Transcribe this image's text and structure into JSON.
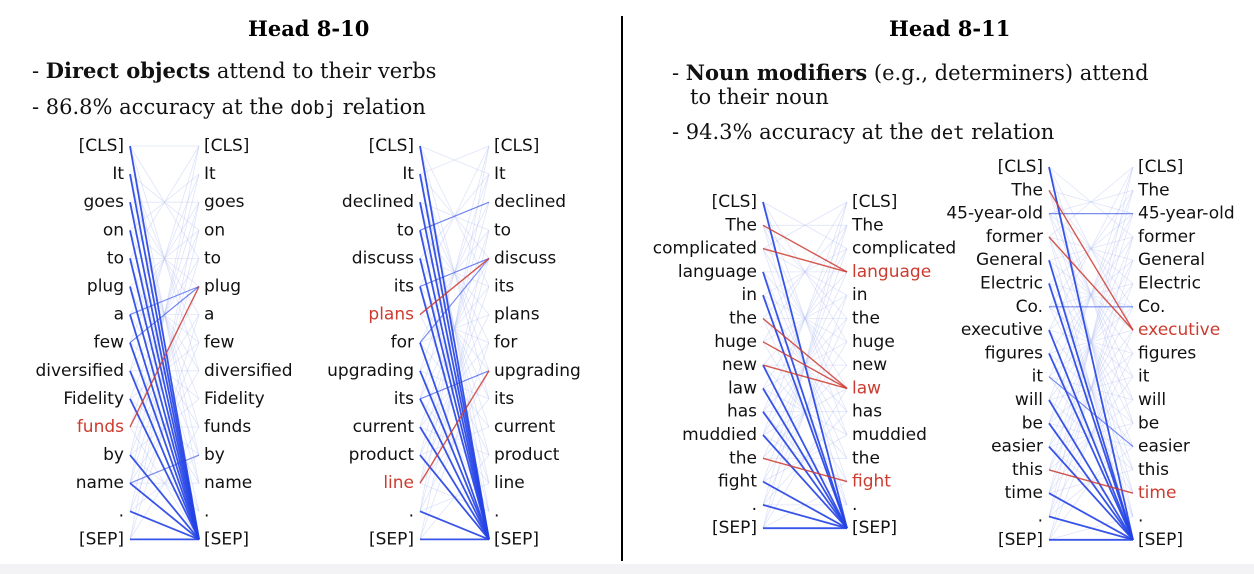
{
  "left_panel": {
    "title": "Head 8-10",
    "bullet1": {
      "dash": "- ",
      "bold": "Direct objects",
      "rest": " attend to their verbs"
    },
    "bullet2": {
      "pre": "- 86.8% accuracy at the ",
      "code": "dobj",
      "post": " relation"
    }
  },
  "right_panel": {
    "title": "Head 8-11",
    "bullet1": {
      "dash": "- ",
      "bold": "Noun modifiers",
      "rest": " (e.g., determiners) attend"
    },
    "bullet1_cont": "to their noun",
    "bullet2": {
      "pre": "- 94.3% accuracy at the ",
      "code": "det",
      "post": " relation"
    }
  },
  "colors": {
    "strong": "#2343e6",
    "weak": "#b9c3f2",
    "highlight": "#cc3b2f"
  },
  "diagrams": [
    {
      "tokens": [
        "[CLS]",
        "It",
        "goes",
        "on",
        "to",
        "plug",
        "a",
        "few",
        "diversified",
        "Fidelity",
        "funds",
        "by",
        "name",
        ".",
        "[SEP]"
      ],
      "highlight_left": [
        10
      ],
      "highlight_right": [],
      "strong_edges": [
        [
          0,
          14
        ],
        [
          1,
          14
        ],
        [
          2,
          14
        ],
        [
          3,
          14
        ],
        [
          4,
          14
        ],
        [
          5,
          14
        ],
        [
          6,
          14
        ],
        [
          7,
          14
        ],
        [
          8,
          14
        ],
        [
          9,
          14
        ],
        [
          11,
          14
        ],
        [
          12,
          14
        ],
        [
          13,
          14
        ],
        [
          14,
          14
        ],
        [
          6,
          5
        ],
        [
          12,
          11
        ],
        [
          7,
          5
        ]
      ],
      "red_edges": [
        [
          10,
          5
        ]
      ]
    },
    {
      "tokens": [
        "[CLS]",
        "It",
        "declined",
        "to",
        "discuss",
        "its",
        "plans",
        "for",
        "upgrading",
        "its",
        "current",
        "product",
        "line",
        ".",
        "[SEP]"
      ],
      "highlight_left": [
        6,
        12
      ],
      "highlight_right": [],
      "strong_edges": [
        [
          0,
          14
        ],
        [
          1,
          14
        ],
        [
          2,
          14
        ],
        [
          3,
          14
        ],
        [
          4,
          14
        ],
        [
          5,
          14
        ],
        [
          7,
          14
        ],
        [
          8,
          14
        ],
        [
          9,
          14
        ],
        [
          10,
          14
        ],
        [
          11,
          14
        ],
        [
          13,
          14
        ],
        [
          14,
          14
        ],
        [
          3,
          2
        ],
        [
          5,
          4
        ],
        [
          7,
          4
        ],
        [
          9,
          8
        ]
      ],
      "red_edges": [
        [
          6,
          4
        ],
        [
          12,
          8
        ]
      ]
    },
    {
      "tokens": [
        "[CLS]",
        "The",
        "complicated",
        "language",
        "in",
        "the",
        "huge",
        "new",
        "law",
        "has",
        "muddied",
        "the",
        "fight",
        ".",
        "[SEP]"
      ],
      "highlight_left": [],
      "highlight_right": [
        3,
        8,
        12
      ],
      "strong_edges": [
        [
          0,
          14
        ],
        [
          7,
          14
        ],
        [
          8,
          14
        ],
        [
          9,
          14
        ],
        [
          10,
          14
        ],
        [
          12,
          14
        ],
        [
          13,
          14
        ],
        [
          14,
          14
        ],
        [
          3,
          14
        ],
        [
          4,
          14
        ]
      ],
      "red_edges": [
        [
          1,
          3
        ],
        [
          2,
          3
        ],
        [
          5,
          8
        ],
        [
          6,
          8
        ],
        [
          7,
          8
        ],
        [
          11,
          12
        ]
      ]
    },
    {
      "tokens": [
        "[CLS]",
        "The",
        "45-year-old",
        "former",
        "General",
        "Electric",
        "Co.",
        "executive",
        "figures",
        "it",
        "will",
        "be",
        "easier",
        "this",
        "time",
        ".",
        "[SEP]"
      ],
      "highlight_left": [],
      "highlight_right": [
        7,
        14
      ],
      "strong_edges": [
        [
          0,
          16
        ],
        [
          2,
          2
        ],
        [
          4,
          16
        ],
        [
          5,
          16
        ],
        [
          6,
          6
        ],
        [
          8,
          16
        ],
        [
          9,
          12
        ],
        [
          10,
          16
        ],
        [
          11,
          16
        ],
        [
          12,
          16
        ],
        [
          14,
          16
        ],
        [
          15,
          16
        ],
        [
          16,
          16
        ],
        [
          7,
          16
        ]
      ],
      "red_edges": [
        [
          1,
          7
        ],
        [
          3,
          7
        ],
        [
          13,
          14
        ]
      ]
    }
  ]
}
